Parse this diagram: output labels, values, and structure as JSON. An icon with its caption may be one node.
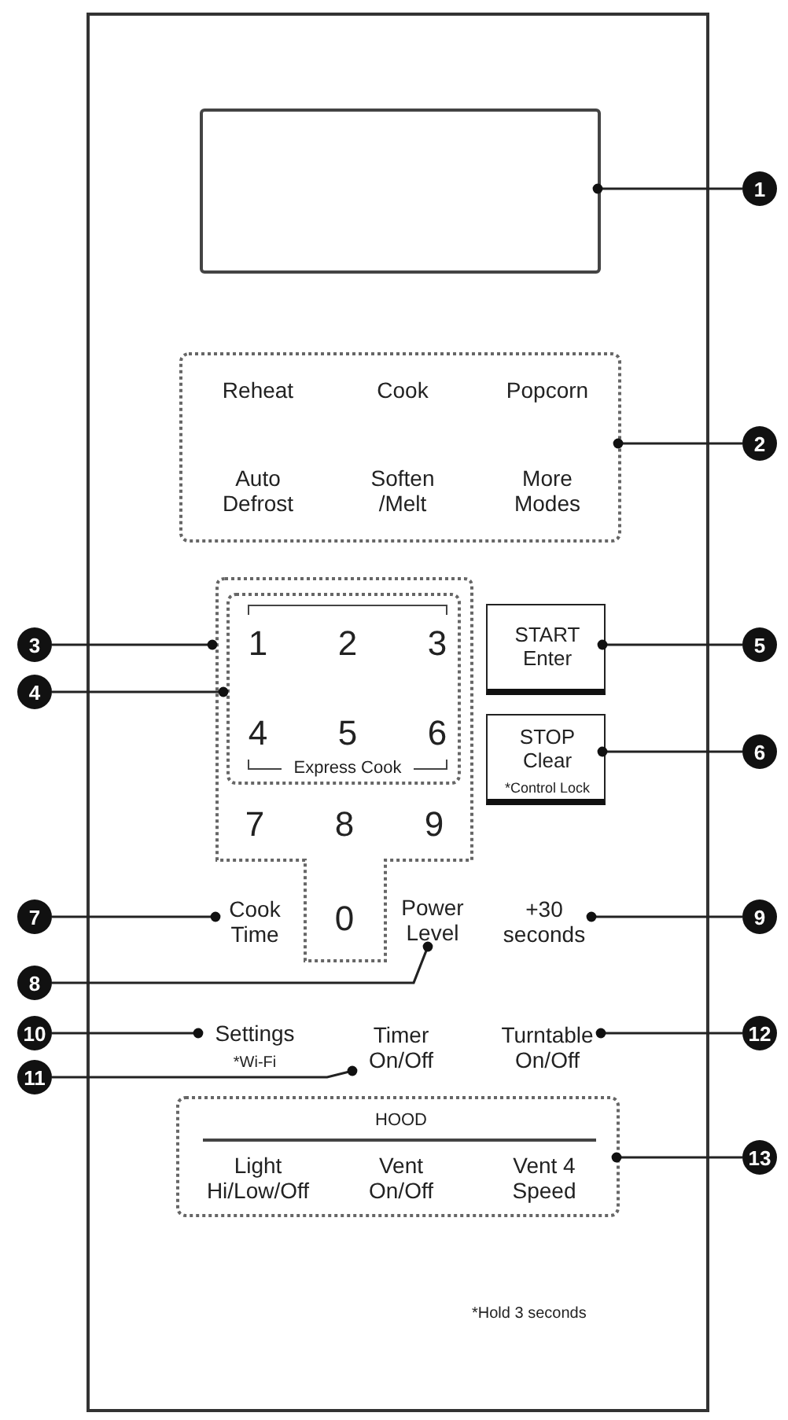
{
  "diagram": {
    "nodes": [
      {
        "text": [],
        "shape": "box"
      },
      {
        "text": [],
        "shape": "box",
        "in": 0
      },
      {
        "text": [
          "1"
        ]
      },
      {
        "text": [
          "Reheat",
          "Cook",
          "Popcorn",
          "Auto Defrost",
          "Soften /Melt",
          "More Modes"
        ],
        "in": 0
      },
      {
        "text": [
          "2"
        ]
      },
      {
        "text": [
          "3"
        ]
      },
      {
        "text": [
          "4"
        ]
      },
      {
        "text": [
          "7",
          "8",
          "9",
          "0"
        ],
        "in": 0
      },
      {
        "text": [
          "1",
          "2",
          "3",
          "4",
          "5",
          "6",
          "Express Cook"
        ],
        "in": 7
      },
      {
        "text": [
          "START Enter"
        ],
        "in": 0
      },
      {
        "text": [
          "5"
        ]
      },
      {
        "text": [
          "STOP Clear",
          "*Control Lock"
        ],
        "in": 0
      },
      {
        "text": [
          "6"
        ]
      },
      {
        "text": [
          "7"
        ]
      },
      {
        "text": [
          "Cook Time"
        ],
        "in": 0
      },
      {
        "text": [
          "Power Level"
        ],
        "in": 0
      },
      {
        "text": [
          "+30 seconds"
        ],
        "in": 0
      },
      {
        "text": [
          "9"
        ]
      },
      {
        "text": [
          "8"
        ]
      },
      {
        "text": [
          "10"
        ]
      },
      {
        "text": [
          "Settings",
          "*Wi-Fi"
        ],
        "in": 0
      },
      {
        "text": [
          "Timer On/Off"
        ],
        "in": 0
      },
      {
        "text": [
          "Turntable On/Off"
        ],
        "in": 0
      },
      {
        "text": [
          "12"
        ]
      },
      {
        "text": [
          "11"
        ]
      },
      {
        "text": [
          "HOOD",
          "Light Hi/Low/Off",
          "Vent On/Off",
          "Vent 4 Speed"
        ],
        "in": 0
      },
      {
        "text": [
          "13"
        ]
      }
    ],
    "edges": [
      {
        "from": 2,
        "to": 1,
        "arrow": "other"
      },
      {
        "from": 4,
        "to": 3,
        "arrow": "other"
      },
      {
        "from": 5,
        "to": 7,
        "arrow": "other"
      },
      {
        "from": 6,
        "to": 8,
        "arrow": "other"
      },
      {
        "from": 10,
        "to": 9,
        "arrow": "other"
      },
      {
        "from": 12,
        "to": 11,
        "arrow": "other"
      },
      {
        "from": 13,
        "to": 14,
        "arrow": "other"
      },
      {
        "from": 17,
        "to": 16,
        "arrow": "other"
      },
      {
        "from": 18,
        "to": 15,
        "arrow": "other"
      },
      {
        "from": 19,
        "to": 20,
        "arrow": "other"
      },
      {
        "from": 24,
        "to": 21,
        "arrow": "other"
      },
      {
        "from": 23,
        "to": 22,
        "arrow": "other"
      },
      {
        "from": 26,
        "to": 25,
        "arrow": "other"
      }
    ],
    "labels": [
      "*Hold 3 seconds"
    ]
  }
}
